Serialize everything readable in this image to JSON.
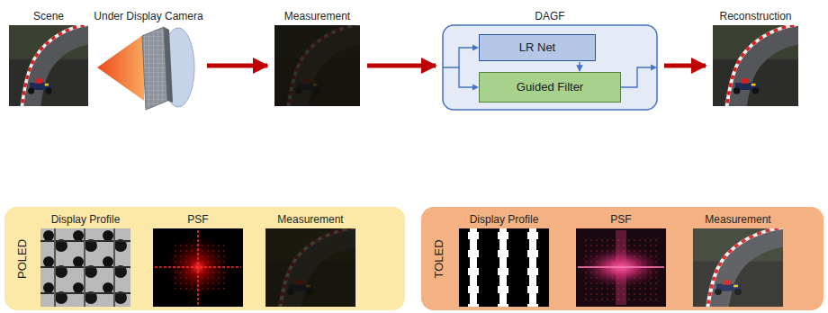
{
  "diagram": {
    "nodes": [
      {
        "text": [
          "Scene"
        ]
      },
      {
        "text": [
          "Under Display Camera"
        ]
      },
      {
        "text": [
          "Measurement"
        ]
      },
      {
        "text": [
          "DAGF"
        ]
      },
      {
        "text": [
          "LR Net"
        ],
        "in": 3
      },
      {
        "text": [
          "Guided Filter"
        ],
        "in": 3
      },
      {
        "text": [
          "Reconstruction"
        ]
      },
      {
        "text": [
          "POLED"
        ]
      },
      {
        "text": [
          "Display Profile"
        ],
        "in": 7
      },
      {
        "text": [
          "PSF"
        ],
        "in": 7
      },
      {
        "text": [
          "Measurement"
        ],
        "in": 7
      },
      {
        "text": [
          "TOLED"
        ]
      },
      {
        "text": [
          "Display Profile"
        ],
        "in": 11
      },
      {
        "text": [
          "PSF"
        ],
        "in": 11
      },
      {
        "text": [
          "Measurement"
        ],
        "in": 11
      }
    ],
    "edges": [
      {
        "from": 1,
        "to": 2,
        "arrow": "to"
      },
      {
        "from": 2,
        "to": 3,
        "arrow": "to"
      },
      {
        "from": 3,
        "to": 6,
        "arrow": "to"
      },
      {
        "from": 4,
        "to": 5,
        "arrow": "to"
      }
    ]
  }
}
